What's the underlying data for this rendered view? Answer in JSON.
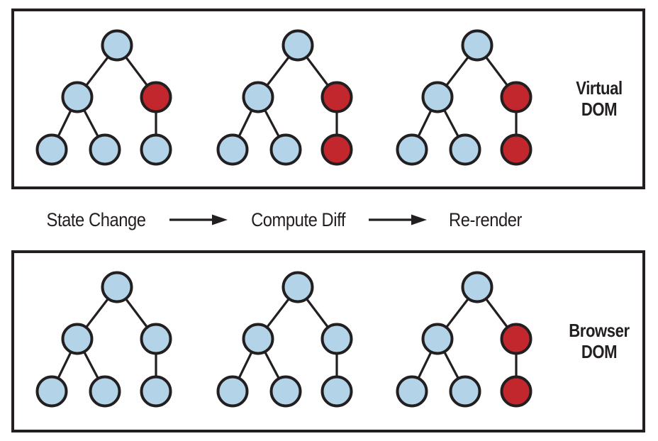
{
  "colors": {
    "blue": "#b3d4e8",
    "red": "#c1272d",
    "line": "#231f20",
    "panel_border": "#231f20",
    "background": "#ffffff"
  },
  "tree": {
    "edges": [
      [
        0,
        1
      ],
      [
        0,
        2
      ],
      [
        1,
        3
      ],
      [
        1,
        4
      ],
      [
        2,
        5
      ]
    ]
  },
  "panels": [
    {
      "name": "virtual-dom",
      "label_lines": [
        "Virtual",
        "DOM"
      ],
      "trees": [
        {
          "nodes": [
            "blue",
            "blue",
            "red",
            "blue",
            "blue",
            "blue"
          ]
        },
        {
          "nodes": [
            "blue",
            "blue",
            "red",
            "blue",
            "blue",
            "red"
          ]
        },
        {
          "nodes": [
            "blue",
            "blue",
            "red",
            "blue",
            "blue",
            "red"
          ]
        }
      ]
    },
    {
      "name": "browser-dom",
      "label_lines": [
        "Browser",
        "DOM"
      ],
      "trees": [
        {
          "nodes": [
            "blue",
            "blue",
            "blue",
            "blue",
            "blue",
            "blue"
          ]
        },
        {
          "nodes": [
            "blue",
            "blue",
            "blue",
            "blue",
            "blue",
            "blue"
          ]
        },
        {
          "nodes": [
            "blue",
            "blue",
            "red",
            "blue",
            "blue",
            "red"
          ]
        }
      ]
    }
  ],
  "flow": {
    "steps": [
      "State Change",
      "Compute Diff",
      "Re-render"
    ]
  }
}
